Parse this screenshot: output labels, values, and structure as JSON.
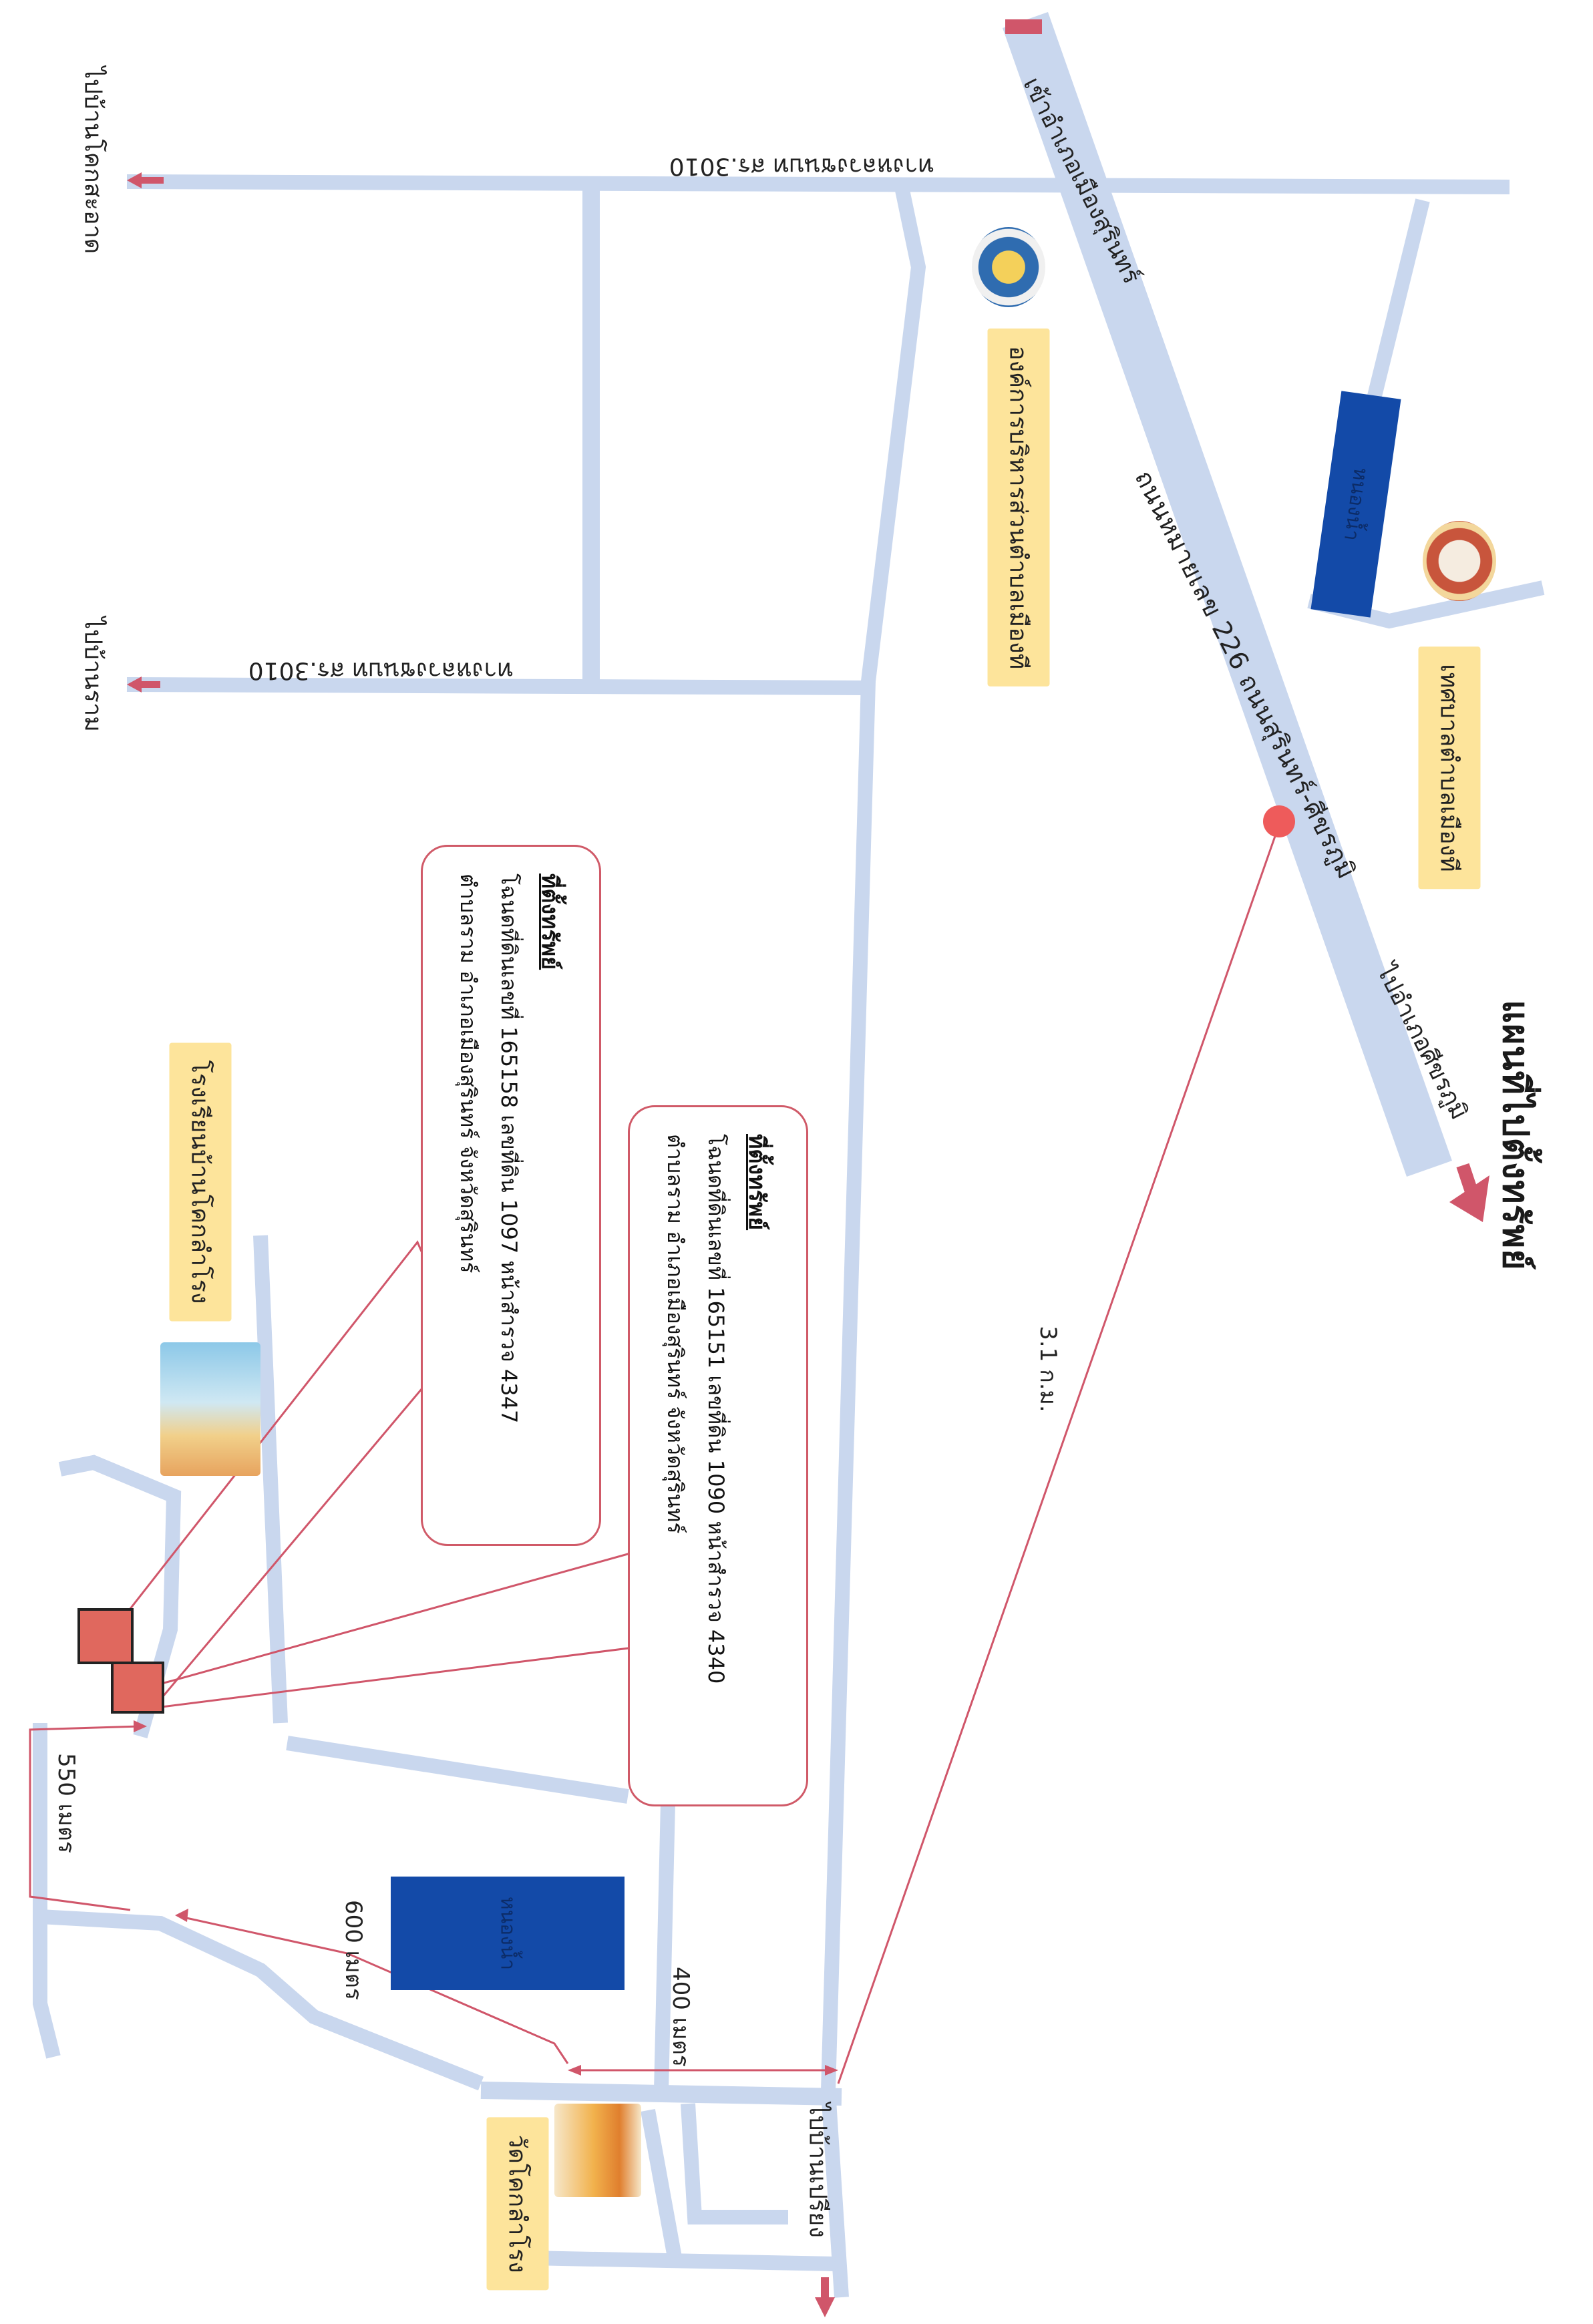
{
  "title": "แผนที่ไปตั้งทรัพย์",
  "roads": {
    "highway": "ถนนหมายเลข 226 ถนนสุรินทร์-ศีขรภูมิ",
    "local_top": "ทางหลวงชนบท สร.3010",
    "local_mid": "ทางหลวงชนบท สร.3010"
  },
  "directions": {
    "to_city": "เข้าอำเภอเมืองสุรินทร์",
    "to_sikhoraphum": "ไปอำเภอศีขรภูมิ",
    "to_ban_khok_sa_at": "ไปบ้านโคกสะอาด",
    "to_ban_ram": "ไปบ้านราม",
    "to_ban_phriang": "ไปบ้านเปรียง"
  },
  "places": {
    "sao_office": "องค์การบริหารส่วนตำบลเมืองที",
    "municipality": "เทศบาลตำบลเมืองที",
    "school": "โรงเรียนบ้านโคกลำโรง",
    "temple": "วัดโคกลำโรง",
    "blue_top": "หนองน้ำ",
    "blue_bottom": "หนองน้ำ"
  },
  "distances": {
    "d1": "3.1 ก.ม.",
    "d2": "400 เมตร",
    "d3": "600 เมตร",
    "d4": "550 เมตร"
  },
  "callouts": [
    {
      "title": "ที่ตั้งทรัพย์",
      "line1": "โฉนดที่ดินเลขที่ 165158 เลขที่ดิน 1097 หน้าสำรวจ 4347",
      "line2": "ตำบลราม อำเภอเมืองสุรินทร์ จังหวัดสุรินทร์"
    },
    {
      "title": "ที่ตั้งทรัพย์",
      "line1": "โฉนดที่ดินเลขที่ 165151 เลขที่ดิน 1090 หน้าสำรวจ 4340",
      "line2": "ตำบลราม อำเภอเมืองสุรินทร์ จังหวัดสุรินทร์"
    }
  ],
  "colors": {
    "road": "#c9d7ee",
    "route": "#d0566a",
    "parcel": "#e0685e",
    "water": "#134aa8",
    "tag": "#fde49b"
  }
}
